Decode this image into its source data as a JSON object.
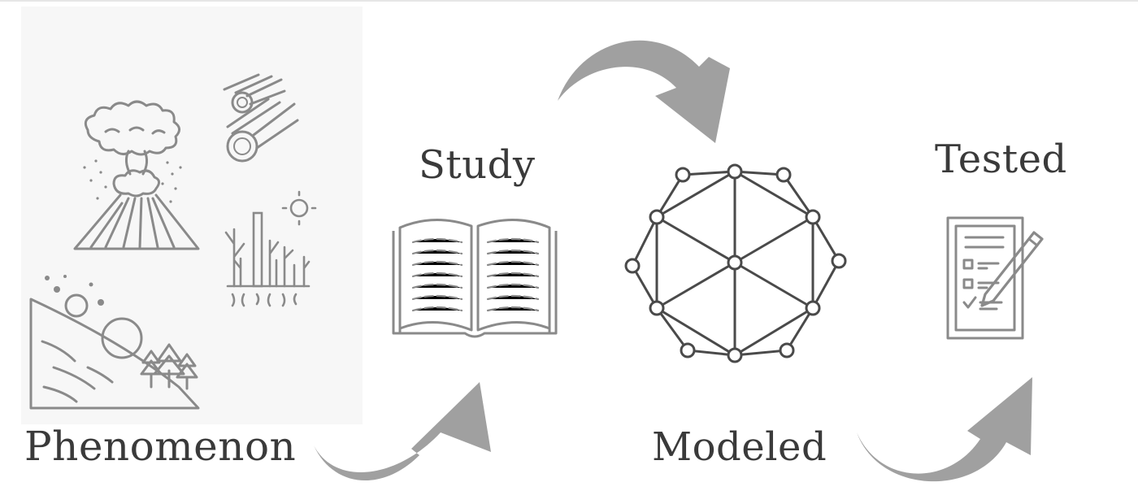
{
  "stages": {
    "phenomenon": {
      "label": "Phenomenon",
      "icons": [
        "volcano-icon",
        "meteor-icon",
        "dead-forest-icon",
        "landslide-icon"
      ]
    },
    "study": {
      "label": "Study",
      "icon": "open-book-icon"
    },
    "modeled": {
      "label": "Modeled",
      "icon": "network-model-icon"
    },
    "tested": {
      "label": "Tested",
      "icon": "checklist-icon"
    }
  },
  "arrows": [
    "arrow-phenomenon-to-study",
    "arrow-study-to-modeled",
    "arrow-modeled-to-tested"
  ],
  "colors": {
    "icon_stroke": "#8a8a8a",
    "arrow": "#a0a0a0",
    "label": "#3a3a3a",
    "panel": "#f7f7f7"
  }
}
